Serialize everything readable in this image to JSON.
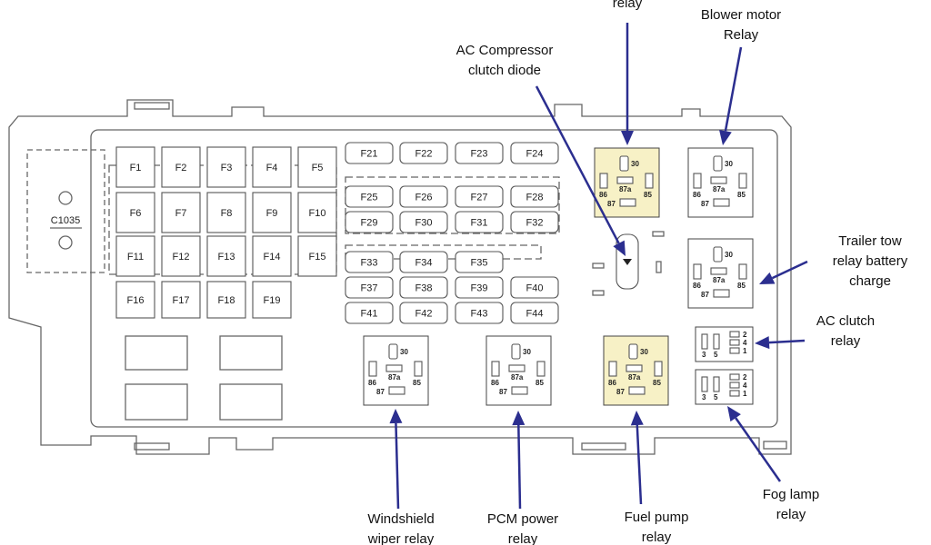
{
  "connector": {
    "label": "C1035"
  },
  "fuses": [
    "F1",
    "F2",
    "F3",
    "F4",
    "F5",
    "F6",
    "F7",
    "F8",
    "F9",
    "F10",
    "F11",
    "F12",
    "F13",
    "F14",
    "F15",
    "F16",
    "F17",
    "F18",
    "F19",
    "F21",
    "F22",
    "F23",
    "F24",
    "F25",
    "F26",
    "F27",
    "F28",
    "F29",
    "F30",
    "F31",
    "F32",
    "F33",
    "F34",
    "F35",
    "F37",
    "F38",
    "F39",
    "F40",
    "F41",
    "F42",
    "F43",
    "F44"
  ],
  "relay_pins": [
    "30",
    "86",
    "87a",
    "85",
    "87"
  ],
  "small_relay_pins": [
    "2",
    "4",
    "1",
    "3",
    "5"
  ],
  "highlight_color": "#f7f1c6",
  "arrow_color": "#2b2e8f",
  "labels": {
    "top_relay": [
      "relay"
    ],
    "blower": [
      "Blower motor",
      "Relay"
    ],
    "ac_diode": [
      "AC Compressor",
      "clutch diode"
    ],
    "trailer": [
      "Trailer tow",
      "relay battery",
      "charge"
    ],
    "ac_clutch": [
      "AC clutch",
      "relay"
    ],
    "fog": [
      "Fog lamp",
      "relay"
    ],
    "wiper": [
      "Windshield",
      "wiper relay"
    ],
    "pcm": [
      "PCM power",
      "relay"
    ],
    "fuel": [
      "Fuel pump",
      "relay"
    ]
  }
}
